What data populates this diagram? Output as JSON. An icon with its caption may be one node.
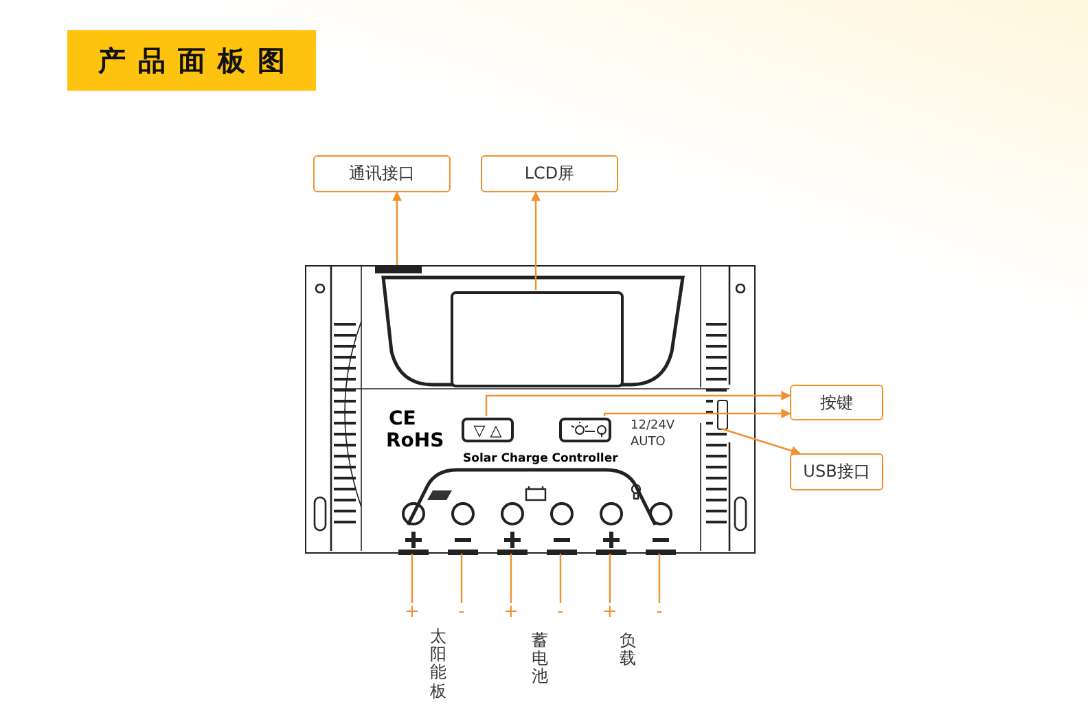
{
  "diagram": {
    "title": "产品面板图",
    "nodes": [
      {
        "text": [
          "通讯接口"
        ]
      },
      {
        "text": [
          "LCD屏"
        ]
      },
      {
        "text": [
          "按键"
        ]
      },
      {
        "text": [
          "USB接口"
        ]
      },
      {
        "text": [
          "CE",
          "RoHS",
          "12/24V AUTO",
          "Solar Charge Controller"
        ]
      },
      {
        "text": [],
        "shape": "bar",
        "in": 4
      },
      {
        "text": [],
        "shape": "box",
        "in": 4
      },
      {
        "text": [
          "▽ △"
        ],
        "in": 4
      },
      {
        "text": [],
        "shape": "box",
        "in": 4
      },
      {
        "text": [],
        "shape": "box",
        "in": 4
      },
      {
        "text": [],
        "shape": "bar",
        "in": 4
      },
      {
        "text": [],
        "shape": "bar",
        "in": 4
      },
      {
        "text": [],
        "shape": "bar",
        "in": 4
      },
      {
        "text": [],
        "shape": "bar",
        "in": 4
      },
      {
        "text": [],
        "shape": "bar",
        "in": 4
      },
      {
        "text": [],
        "shape": "bar",
        "in": 4
      },
      {
        "text": [
          "+"
        ]
      },
      {
        "text": [
          "-"
        ]
      },
      {
        "text": [
          "+"
        ]
      },
      {
        "text": [
          "-"
        ]
      },
      {
        "text": [
          "+"
        ]
      },
      {
        "text": [
          "-"
        ]
      }
    ],
    "edges": [
      {
        "from": 5,
        "to": 0,
        "arrow": "to"
      },
      {
        "from": 6,
        "to": 1,
        "arrow": "to"
      },
      {
        "from": 7,
        "to": 2,
        "arrow": "to"
      },
      {
        "from": 8,
        "to": 2,
        "arrow": "to"
      },
      {
        "from": 9,
        "to": 3,
        "arrow": "to"
      },
      {
        "from": 10,
        "to": 16,
        "arrow": "none"
      },
      {
        "from": 11,
        "to": 17,
        "arrow": "none"
      },
      {
        "from": 12,
        "to": 18,
        "arrow": "none"
      },
      {
        "from": 13,
        "to": 19,
        "arrow": "none"
      },
      {
        "from": 14,
        "to": 20,
        "arrow": "none"
      },
      {
        "from": 15,
        "to": 21,
        "arrow": "none"
      }
    ],
    "labels": [
      "太阳能板",
      "蓄电池",
      "负载"
    ]
  }
}
